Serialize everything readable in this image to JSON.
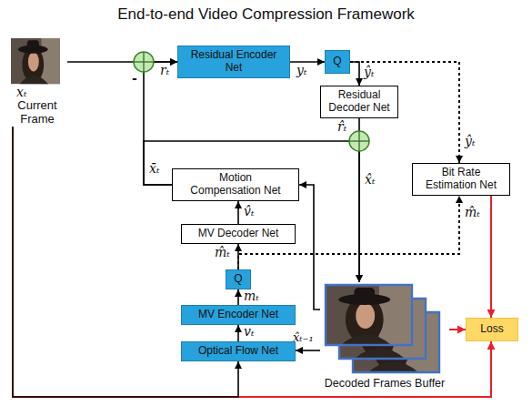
{
  "diagram": {
    "title": "End-to-end Video Compression Framework",
    "nodes": [
      {
        "text": [
          "xₜ",
          "Current Frame"
        ]
      },
      {
        "text": [
          "Residual Encoder Net"
        ]
      },
      {
        "text": [
          "Q"
        ]
      },
      {
        "text": [
          "Residual Decoder Net"
        ]
      },
      {
        "text": [
          "Bit Rate Estimation Net"
        ]
      },
      {
        "text": [
          "Motion Compensation Net"
        ]
      },
      {
        "text": [
          "MV Decoder Net"
        ]
      },
      {
        "text": [
          "Q"
        ]
      },
      {
        "text": [
          "MV Encoder Net"
        ]
      },
      {
        "text": [
          "Optical Flow Net"
        ]
      },
      {
        "text": [
          "Decoded Frames Buffer"
        ]
      },
      {
        "text": [
          "Loss"
        ]
      }
    ],
    "edges": [
      {
        "from": 0,
        "to": 1,
        "arrow": "to"
      },
      {
        "from": 1,
        "to": 2,
        "arrow": "to"
      },
      {
        "from": 2,
        "to": 3,
        "arrow": "to"
      },
      {
        "from": 2,
        "to": 4,
        "arrow": "to"
      },
      {
        "from": 3,
        "to": 10,
        "arrow": "to"
      },
      {
        "from": 5,
        "to": 1,
        "arrow": "to"
      },
      {
        "from": 5,
        "to": 10,
        "arrow": "to"
      },
      {
        "from": 6,
        "to": 5,
        "arrow": "to"
      },
      {
        "from": 7,
        "to": 6,
        "arrow": "to"
      },
      {
        "from": 7,
        "to": 4,
        "arrow": "to"
      },
      {
        "from": 8,
        "to": 7,
        "arrow": "to"
      },
      {
        "from": 9,
        "to": 8,
        "arrow": "to"
      },
      {
        "from": 0,
        "to": 11,
        "arrow": "to"
      },
      {
        "from": 0,
        "to": 9,
        "arrow": "to"
      },
      {
        "from": 10,
        "to": 9,
        "arrow": "to"
      },
      {
        "from": 10,
        "to": 5,
        "arrow": "to"
      },
      {
        "from": 10,
        "to": 11,
        "arrow": "to"
      },
      {
        "from": 4,
        "to": 11,
        "arrow": "to"
      }
    ],
    "labels": [
      "rₜ",
      "yₜ",
      "ŷₜ",
      "r̂ₜ",
      "x̂ₜ",
      "x̄ₜ",
      "-",
      "v̂ₜ",
      "m̂ₜ",
      "mₜ",
      "vₜ",
      "x̂ₜ₋₁",
      "ŷₜ",
      "m̂ₜ"
    ]
  }
}
